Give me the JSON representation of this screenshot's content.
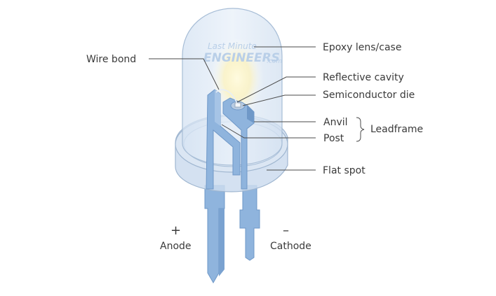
{
  "watermark": {
    "line1": "Last Minute",
    "line2": "ENGINEERS",
    "line3": ".com"
  },
  "labels": {
    "wire_bond": "Wire bond",
    "epoxy_lens": "Epoxy lens/case",
    "reflective_cavity": "Reflective cavity",
    "semiconductor_die": "Semiconductor die",
    "anvil": "Anvil",
    "post": "Post",
    "leadframe": "Leadframe",
    "flat_spot": "Flat spot",
    "anode_sign": "+",
    "anode": "Anode",
    "cathode_sign": "–",
    "cathode": "Cathode"
  },
  "colors": {
    "lens_fill": "#dfe9f5",
    "lens_stroke": "#9fb6d0",
    "metal": "#8fb4dd",
    "metal_dark": "#6f98c8",
    "glow": "#fff7cf"
  }
}
